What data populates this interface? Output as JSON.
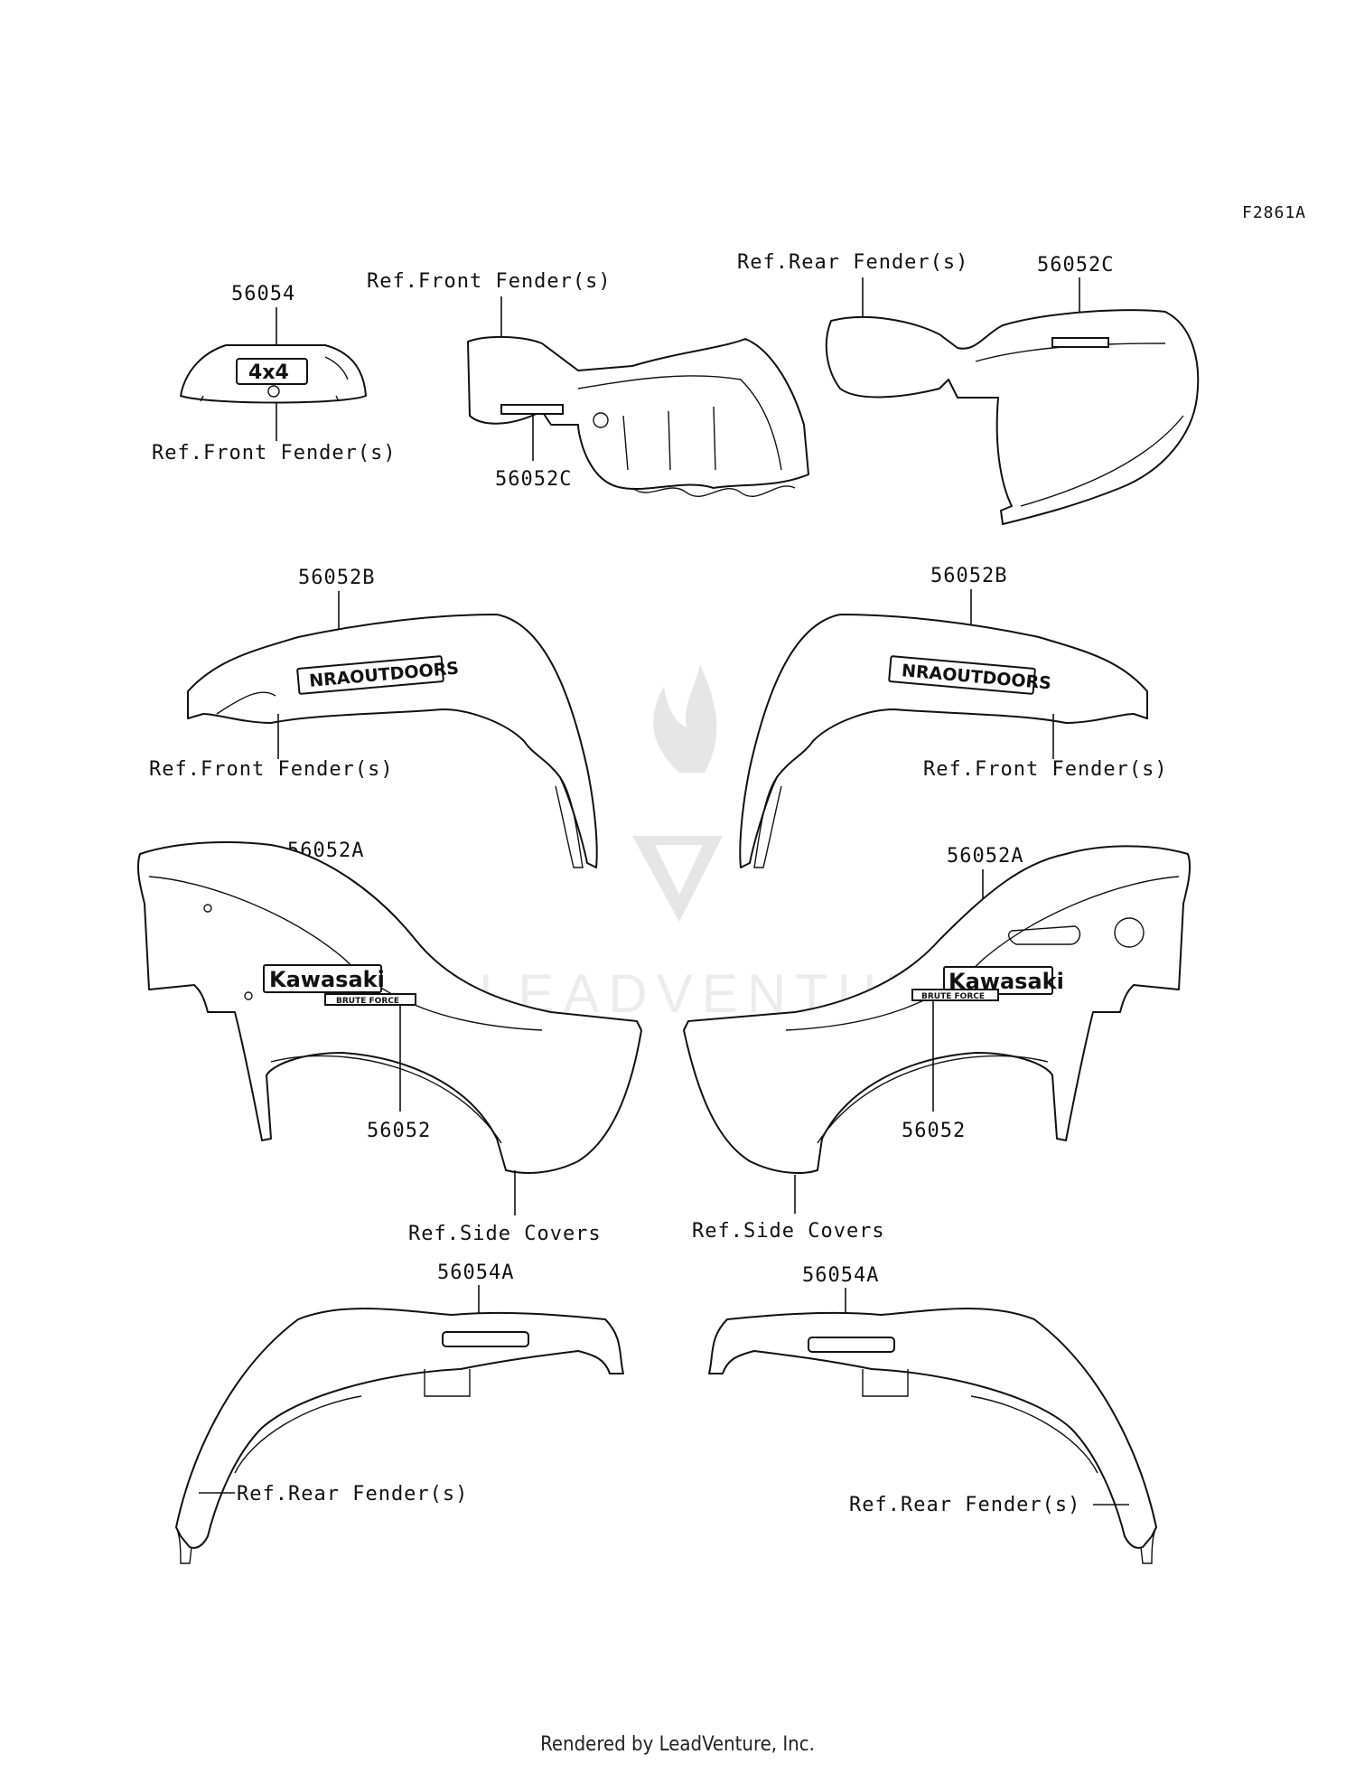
{
  "figure_id": "F2861A",
  "footer": "Rendered by LeadVenture, Inc.",
  "watermark": "LEADVENTURE",
  "labels": {
    "l56054": "56054",
    "l56052c_a": "56052C",
    "l56052c_b": "56052C",
    "l56052b_l": "56052B",
    "l56052b_r": "56052B",
    "l56052a_l": "56052A",
    "l56052a_r": "56052A",
    "l56052_l": "56052",
    "l56052_r": "56052",
    "l56054a_l": "56054A",
    "l56054a_r": "56054A",
    "ref_front_1": "Ref.Front Fender(s)",
    "ref_front_2": "Ref.Front Fender(s)",
    "ref_rear_1": "Ref.Rear Fender(s)",
    "ref_front_3": "Ref.Front Fender(s)",
    "ref_front_4": "Ref.Front Fender(s)",
    "ref_side_l": "Ref.Side Covers",
    "ref_side_r": "Ref.Side Covers",
    "ref_rear_2": "Ref.Rear Fender(s)",
    "ref_rear_3": "Ref.Rear Fender(s)"
  },
  "decals": {
    "nra_l": "NRAOUTDOORS",
    "nra_r": "NRAOUTDOORS",
    "kawasaki_l": "Kawasaki",
    "kawasaki_r": "Kawasaki",
    "bruteforce_l": "BRUTE FORCE",
    "bruteforce_r": "BRUTE FORCE",
    "fourx4": "4x4"
  }
}
